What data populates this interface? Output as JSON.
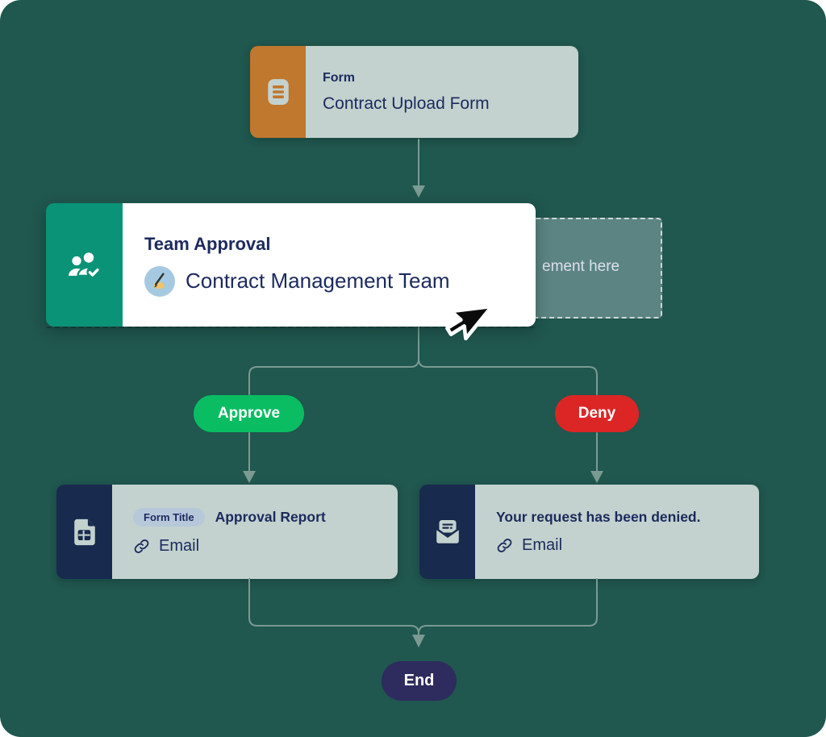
{
  "app": {
    "description_label": "approval-workflow-builder-canvas"
  },
  "nodes": {
    "form": {
      "kind": "Form",
      "title": "Contract Upload Form",
      "icon": "document-lines-icon",
      "accent_color": "#C0772E"
    },
    "team": {
      "title": "Team Approval",
      "assignee": "Contract Management Team",
      "icon": "team-check-icon",
      "avatar_icon": "writing-hand-icon",
      "accent_color": "#0B9377"
    },
    "approval_email": {
      "badge_label": "Form Title",
      "title": "Approval Report",
      "channel_label": "Email",
      "icon": "form-document-grid-icon",
      "channel_icon": "link-icon",
      "accent_color": "#182A4E"
    },
    "denial_email": {
      "title": "Your request has been denied.",
      "channel_label": "Email",
      "icon": "open-envelope-letter-icon",
      "channel_icon": "link-icon",
      "accent_color": "#182A4E"
    }
  },
  "branch": {
    "approve_label": "Approve",
    "deny_label": "Deny",
    "approve_color": "#0ABD62",
    "deny_color": "#DC2626"
  },
  "drop_zone": {
    "visible_label": "ement here"
  },
  "end": {
    "label": "End",
    "color": "#2E2B5F"
  },
  "colors": {
    "canvas_background": "#20574F",
    "node_body": "#C3D2CE",
    "text_navy": "#1C2A5E",
    "connector": "#7A9A92",
    "badge_background": "#B6C8DA",
    "avatar_background": "#A5C9E0",
    "drop_zone_border": "#CDD8DB"
  },
  "cursor": {
    "icon": "cursor-arrow-icon"
  }
}
